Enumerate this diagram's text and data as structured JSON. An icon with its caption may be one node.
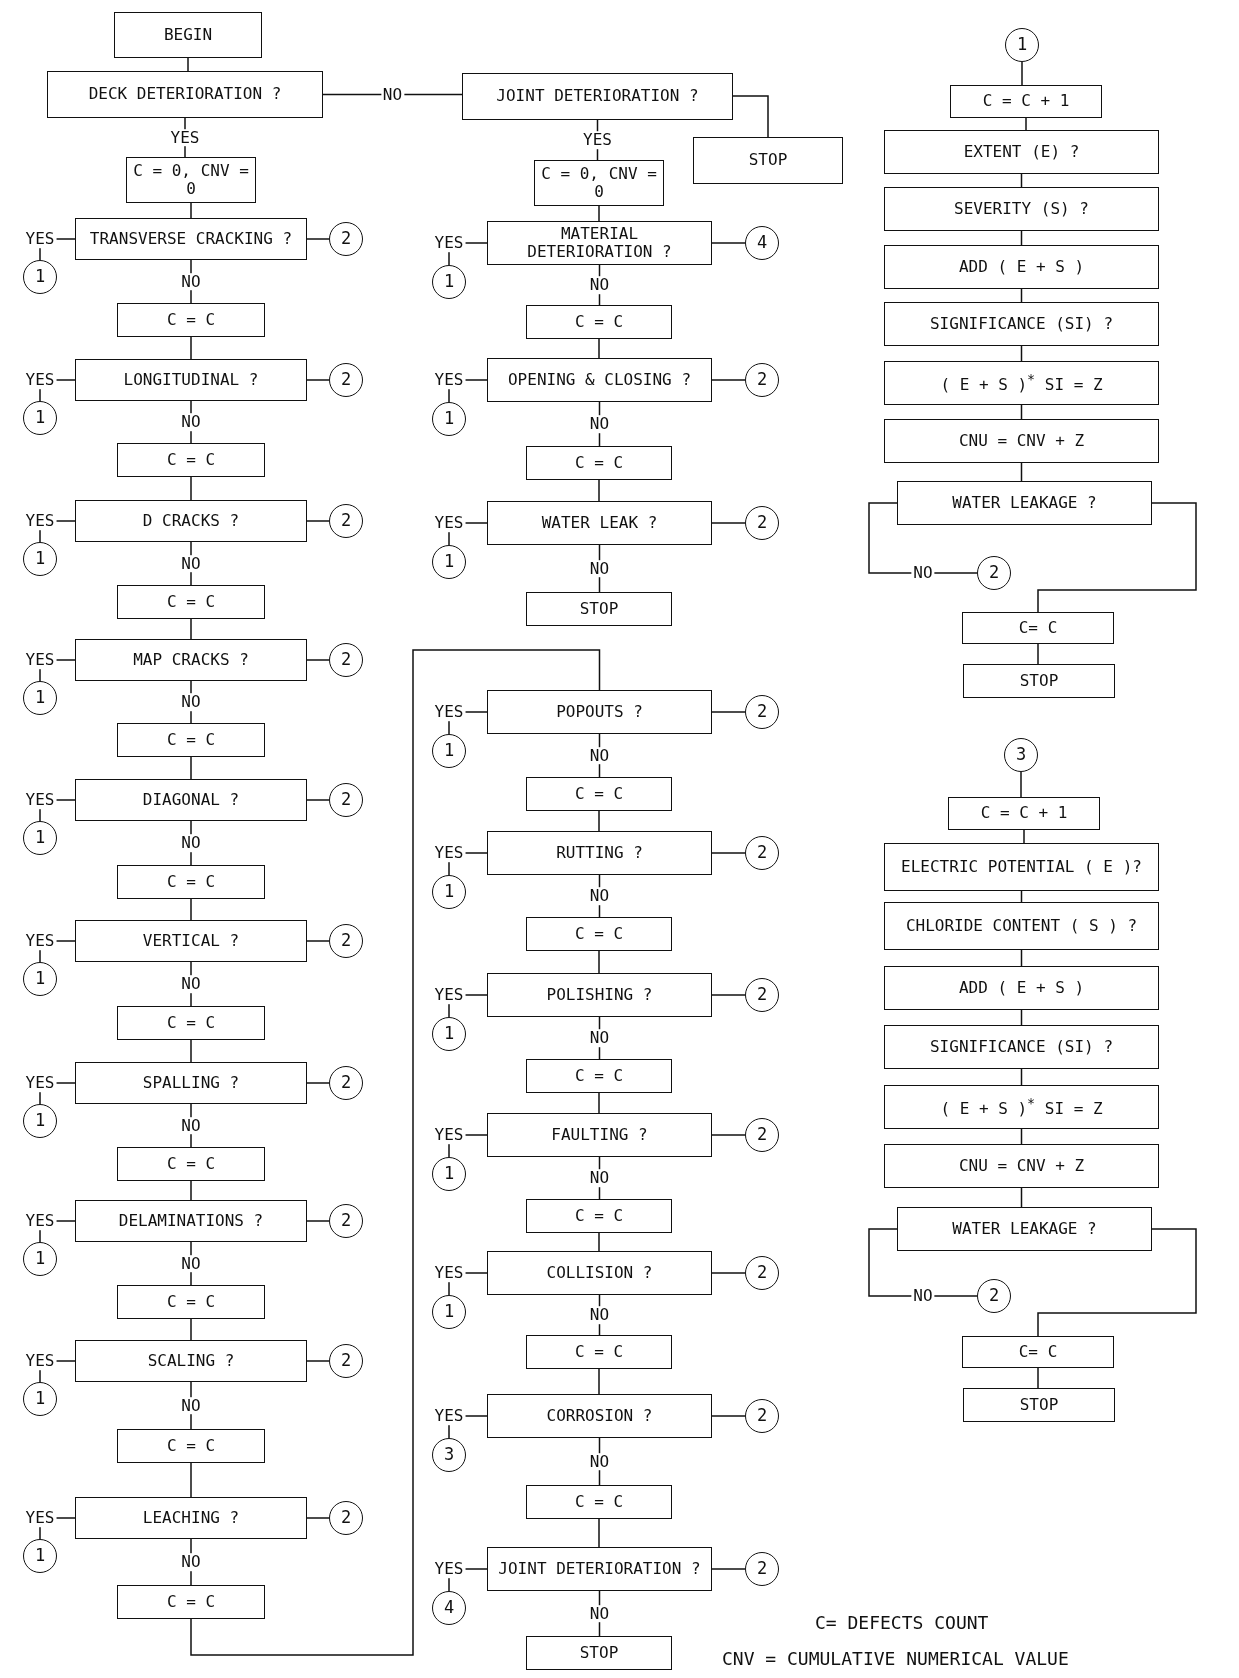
{
  "diagram": {
    "nodes": [
      {
        "text": [
          "BEGIN"
        ]
      },
      {
        "text": [
          "DECK DETERIORATION ?"
        ]
      },
      {
        "text": [
          "C = 0, CNV = 0"
        ]
      },
      {
        "text": [
          "TRANSVERSE CRACKING ?"
        ]
      },
      {
        "text": [
          "1"
        ]
      },
      {
        "text": [
          "2"
        ]
      },
      {
        "text": [
          "C = C"
        ]
      },
      {
        "text": [
          "LONGITUDINAL ?"
        ]
      },
      {
        "text": [
          "1"
        ]
      },
      {
        "text": [
          "2"
        ]
      },
      {
        "text": [
          "C = C"
        ]
      },
      {
        "text": [
          "D CRACKS ?"
        ]
      },
      {
        "text": [
          "1"
        ]
      },
      {
        "text": [
          "2"
        ]
      },
      {
        "text": [
          "C = C"
        ]
      },
      {
        "text": [
          "MAP CRACKS ?"
        ]
      },
      {
        "text": [
          "1"
        ]
      },
      {
        "text": [
          "2"
        ]
      },
      {
        "text": [
          "C = C"
        ]
      },
      {
        "text": [
          "DIAGONAL ?"
        ]
      },
      {
        "text": [
          "1"
        ]
      },
      {
        "text": [
          "2"
        ]
      },
      {
        "text": [
          "C = C"
        ]
      },
      {
        "text": [
          "VERTICAL ?"
        ]
      },
      {
        "text": [
          "1"
        ]
      },
      {
        "text": [
          "2"
        ]
      },
      {
        "text": [
          "C = C"
        ]
      },
      {
        "text": [
          "SPALLING ?"
        ]
      },
      {
        "text": [
          "1"
        ]
      },
      {
        "text": [
          "2"
        ]
      },
      {
        "text": [
          "C = C"
        ]
      },
      {
        "text": [
          "DELAMINATIONS ?"
        ]
      },
      {
        "text": [
          "1"
        ]
      },
      {
        "text": [
          "2"
        ]
      },
      {
        "text": [
          "C = C"
        ]
      },
      {
        "text": [
          "SCALING ?"
        ]
      },
      {
        "text": [
          "1"
        ]
      },
      {
        "text": [
          "2"
        ]
      },
      {
        "text": [
          "C = C"
        ]
      },
      {
        "text": [
          "LEACHING ?"
        ]
      },
      {
        "text": [
          "1"
        ]
      },
      {
        "text": [
          "2"
        ]
      },
      {
        "text": [
          "C = C"
        ]
      },
      {
        "text": [
          "JOINT DETERIORATION ?"
        ]
      },
      {
        "text": [
          "STOP"
        ]
      },
      {
        "text": [
          "C = 0, CNV = 0"
        ]
      },
      {
        "text": [
          "MATERIAL DETERIORATION ?"
        ]
      },
      {
        "text": [
          "1"
        ]
      },
      {
        "text": [
          "4"
        ]
      },
      {
        "text": [
          "C = C"
        ]
      },
      {
        "text": [
          "OPENING & CLOSING ?"
        ]
      },
      {
        "text": [
          "1"
        ]
      },
      {
        "text": [
          "2"
        ]
      },
      {
        "text": [
          "C = C"
        ]
      },
      {
        "text": [
          "WATER LEAK ?"
        ]
      },
      {
        "text": [
          "1"
        ]
      },
      {
        "text": [
          "2"
        ]
      },
      {
        "text": [
          "STOP"
        ]
      },
      {
        "text": [
          "POPOUTS ?"
        ]
      },
      {
        "text": [
          "1"
        ]
      },
      {
        "text": [
          "2"
        ]
      },
      {
        "text": [
          "C = C"
        ]
      },
      {
        "text": [
          "RUTTING ?"
        ]
      },
      {
        "text": [
          "1"
        ]
      },
      {
        "text": [
          "2"
        ]
      },
      {
        "text": [
          "C = C"
        ]
      },
      {
        "text": [
          "POLISHING ?"
        ]
      },
      {
        "text": [
          "1"
        ]
      },
      {
        "text": [
          "2"
        ]
      },
      {
        "text": [
          "C = C"
        ]
      },
      {
        "text": [
          "FAULTING ?"
        ]
      },
      {
        "text": [
          "1"
        ]
      },
      {
        "text": [
          "2"
        ]
      },
      {
        "text": [
          "C = C"
        ]
      },
      {
        "text": [
          "COLLISION ?"
        ]
      },
      {
        "text": [
          "1"
        ]
      },
      {
        "text": [
          "2"
        ]
      },
      {
        "text": [
          "C = C"
        ]
      },
      {
        "text": [
          "CORROSION ?"
        ]
      },
      {
        "text": [
          "3"
        ]
      },
      {
        "text": [
          "2"
        ]
      },
      {
        "text": [
          "C = C"
        ]
      },
      {
        "text": [
          "JOINT DETERIORATION ?"
        ]
      },
      {
        "text": [
          "4"
        ]
      },
      {
        "text": [
          "2"
        ]
      },
      {
        "text": [
          "STOP"
        ]
      },
      {
        "text": [
          "1"
        ]
      },
      {
        "text": [
          "C = C + 1"
        ]
      },
      {
        "text": [
          "EXTENT (E) ?"
        ]
      },
      {
        "text": [
          "SEVERITY (S) ?"
        ]
      },
      {
        "text": [
          "ADD ( E + S )"
        ]
      },
      {
        "text": [
          "SIGNIFICANCE (SI) ?"
        ]
      },
      {
        "text": [
          "( E + S )$^{*}$ SI = Z"
        ]
      },
      {
        "text": [
          "CNU = CNV + Z"
        ]
      },
      {
        "text": [
          "WATER LEAKAGE ?"
        ]
      },
      {
        "text": [
          "2"
        ]
      },
      {
        "text": [
          "C= C"
        ]
      },
      {
        "text": [
          "STOP"
        ]
      },
      {
        "text": [
          "3"
        ]
      },
      {
        "text": [
          "C = C + 1"
        ]
      },
      {
        "text": [
          "ELECTRIC POTENTIAL ( E )?"
        ]
      },
      {
        "text": [
          "CHLORIDE CONTENT ( S ) ?"
        ]
      },
      {
        "text": [
          "ADD ( E + S )"
        ]
      },
      {
        "text": [
          "SIGNIFICANCE (SI) ?"
        ]
      },
      {
        "text": [
          "( E + S )$^{*}$ SI = Z"
        ]
      },
      {
        "text": [
          "CNU = CNV + Z"
        ]
      },
      {
        "text": [
          "WATER LEAKAGE ?"
        ]
      },
      {
        "text": [
          "2"
        ]
      },
      {
        "text": [
          "C= C"
        ]
      },
      {
        "text": [
          "STOP"
        ]
      }
    ],
    "edges": [
      {
        "from": 0,
        "to": 1,
        "arrow": "none"
      },
      {
        "from": 1,
        "to": 43,
        "arrow": "none",
        "label": "NO"
      },
      {
        "from": 1,
        "to": 2,
        "arrow": "none",
        "label": "YES"
      },
      {
        "from": 2,
        "to": 3,
        "arrow": "none"
      },
      {
        "from": 3,
        "to": 4,
        "arrow": "none",
        "label": "YES"
      },
      {
        "from": 3,
        "to": 5,
        "arrow": "none"
      },
      {
        "from": 3,
        "to": 6,
        "arrow": "none",
        "label": "NO"
      },
      {
        "from": 6,
        "to": 7,
        "arrow": "none"
      },
      {
        "from": 7,
        "to": 8,
        "arrow": "none",
        "label": "YES"
      },
      {
        "from": 7,
        "to": 9,
        "arrow": "none"
      },
      {
        "from": 7,
        "to": 10,
        "arrow": "none",
        "label": "NO"
      },
      {
        "from": 10,
        "to": 11,
        "arrow": "none"
      },
      {
        "from": 11,
        "to": 12,
        "arrow": "none",
        "label": "YES"
      },
      {
        "from": 11,
        "to": 13,
        "arrow": "none"
      },
      {
        "from": 11,
        "to": 14,
        "arrow": "none",
        "label": "NO"
      },
      {
        "from": 14,
        "to": 15,
        "arrow": "none"
      },
      {
        "from": 15,
        "to": 16,
        "arrow": "none",
        "label": "YES"
      },
      {
        "from": 15,
        "to": 17,
        "arrow": "none"
      },
      {
        "from": 15,
        "to": 18,
        "arrow": "none",
        "label": "NO"
      },
      {
        "from": 18,
        "to": 19,
        "arrow": "none"
      },
      {
        "from": 19,
        "to": 20,
        "arrow": "none",
        "label": "YES"
      },
      {
        "from": 19,
        "to": 21,
        "arrow": "none"
      },
      {
        "from": 19,
        "to": 22,
        "arrow": "none",
        "label": "NO"
      },
      {
        "from": 22,
        "to": 23,
        "arrow": "none"
      },
      {
        "from": 23,
        "to": 24,
        "arrow": "none",
        "label": "YES"
      },
      {
        "from": 23,
        "to": 25,
        "arrow": "none"
      },
      {
        "from": 23,
        "to": 26,
        "arrow": "none",
        "label": "NO"
      },
      {
        "from": 26,
        "to": 27,
        "arrow": "none"
      },
      {
        "from": 27,
        "to": 28,
        "arrow": "none",
        "label": "YES"
      },
      {
        "from": 27,
        "to": 29,
        "arrow": "none"
      },
      {
        "from": 27,
        "to": 30,
        "arrow": "none",
        "label": "NO"
      },
      {
        "from": 30,
        "to": 31,
        "arrow": "none"
      },
      {
        "from": 31,
        "to": 32,
        "arrow": "none",
        "label": "YES"
      },
      {
        "from": 31,
        "to": 33,
        "arrow": "none"
      },
      {
        "from": 31,
        "to": 34,
        "arrow": "none",
        "label": "NO"
      },
      {
        "from": 34,
        "to": 35,
        "arrow": "none"
      },
      {
        "from": 35,
        "to": 36,
        "arrow": "none",
        "label": "YES"
      },
      {
        "from": 35,
        "to": 37,
        "arrow": "none"
      },
      {
        "from": 35,
        "to": 38,
        "arrow": "none",
        "label": "NO"
      },
      {
        "from": 38,
        "to": 39,
        "arrow": "none"
      },
      {
        "from": 39,
        "to": 40,
        "arrow": "none",
        "label": "YES"
      },
      {
        "from": 39,
        "to": 41,
        "arrow": "none"
      },
      {
        "from": 39,
        "to": 42,
        "arrow": "none",
        "label": "NO"
      },
      {
        "from": 42,
        "to": 58,
        "arrow": "none"
      },
      {
        "from": 43,
        "to": 45,
        "arrow": "none",
        "label": "YES"
      },
      {
        "from": 43,
        "to": 44,
        "arrow": "none"
      },
      {
        "from": 45,
        "to": 46,
        "arrow": "none"
      },
      {
        "from": 46,
        "to": 47,
        "arrow": "none",
        "label": "YES"
      },
      {
        "from": 46,
        "to": 48,
        "arrow": "none"
      },
      {
        "from": 46,
        "to": 49,
        "arrow": "none",
        "label": "NO"
      },
      {
        "from": 49,
        "to": 50,
        "arrow": "none"
      },
      {
        "from": 50,
        "to": 51,
        "arrow": "none",
        "label": "YES"
      },
      {
        "from": 50,
        "to": 52,
        "arrow": "none"
      },
      {
        "from": 50,
        "to": 53,
        "arrow": "none",
        "label": "NO"
      },
      {
        "from": 53,
        "to": 54,
        "arrow": "none"
      },
      {
        "from": 54,
        "to": 55,
        "arrow": "none",
        "label": "YES"
      },
      {
        "from": 54,
        "to": 56,
        "arrow": "none"
      },
      {
        "from": 54,
        "to": 57,
        "arrow": "none",
        "label": "NO"
      },
      {
        "from": 58,
        "to": 59,
        "arrow": "none",
        "label": "YES"
      },
      {
        "from": 58,
        "to": 60,
        "arrow": "none"
      },
      {
        "from": 58,
        "to": 61,
        "arrow": "none",
        "label": "NO"
      },
      {
        "from": 61,
        "to": 62,
        "arrow": "none"
      },
      {
        "from": 62,
        "to": 63,
        "arrow": "none",
        "label": "YES"
      },
      {
        "from": 62,
        "to": 64,
        "arrow": "none"
      },
      {
        "from": 62,
        "to": 65,
        "arrow": "none",
        "label": "NO"
      },
      {
        "from": 65,
        "to": 66,
        "arrow": "none"
      },
      {
        "from": 66,
        "to": 67,
        "arrow": "none",
        "label": "YES"
      },
      {
        "from": 66,
        "to": 68,
        "arrow": "none"
      },
      {
        "from": 66,
        "to": 69,
        "arrow": "none",
        "label": "NO"
      },
      {
        "from": 69,
        "to": 70,
        "arrow": "none"
      },
      {
        "from": 70,
        "to": 71,
        "arrow": "none",
        "label": "YES"
      },
      {
        "from": 70,
        "to": 72,
        "arrow": "none"
      },
      {
        "from": 70,
        "to": 73,
        "arrow": "none",
        "label": "NO"
      },
      {
        "from": 73,
        "to": 74,
        "arrow": "none"
      },
      {
        "from": 74,
        "to": 75,
        "arrow": "none",
        "label": "YES"
      },
      {
        "from": 74,
        "to": 76,
        "arrow": "none"
      },
      {
        "from": 74,
        "to": 77,
        "arrow": "none",
        "label": "NO"
      },
      {
        "from": 77,
        "to": 78,
        "arrow": "none"
      },
      {
        "from": 78,
        "to": 79,
        "arrow": "none",
        "label": "YES"
      },
      {
        "from": 78,
        "to": 80,
        "arrow": "none"
      },
      {
        "from": 78,
        "to": 81,
        "arrow": "none",
        "label": "NO"
      },
      {
        "from": 81,
        "to": 82,
        "arrow": "none"
      },
      {
        "from": 82,
        "to": 83,
        "arrow": "none",
        "label": "YES"
      },
      {
        "from": 82,
        "to": 84,
        "arrow": "none"
      },
      {
        "from": 82,
        "to": 85,
        "arrow": "none",
        "label": "NO"
      },
      {
        "from": 86,
        "to": 87,
        "arrow": "none"
      },
      {
        "from": 87,
        "to": 88,
        "arrow": "none"
      },
      {
        "from": 88,
        "to": 89,
        "arrow": "none"
      },
      {
        "from": 89,
        "to": 90,
        "arrow": "none"
      },
      {
        "from": 90,
        "to": 91,
        "arrow": "none"
      },
      {
        "from": 91,
        "to": 92,
        "arrow": "none"
      },
      {
        "from": 92,
        "to": 93,
        "arrow": "none"
      },
      {
        "from": 93,
        "to": 94,
        "arrow": "none"
      },
      {
        "from": 94,
        "to": 95,
        "arrow": "none",
        "label": "NO"
      },
      {
        "from": 94,
        "to": 96,
        "arrow": "none"
      },
      {
        "from": 96,
        "to": 97,
        "arrow": "none"
      },
      {
        "from": 98,
        "to": 99,
        "arrow": "none"
      },
      {
        "from": 99,
        "to": 100,
        "arrow": "none"
      },
      {
        "from": 100,
        "to": 101,
        "arrow": "none"
      },
      {
        "from": 101,
        "to": 102,
        "arrow": "none"
      },
      {
        "from": 102,
        "to": 103,
        "arrow": "none"
      },
      {
        "from": 103,
        "to": 104,
        "arrow": "none"
      },
      {
        "from": 104,
        "to": 105,
        "arrow": "none"
      },
      {
        "from": 105,
        "to": 106,
        "arrow": "none"
      },
      {
        "from": 106,
        "to": 107,
        "arrow": "none",
        "label": "NO"
      },
      {
        "from": 106,
        "to": 108,
        "arrow": "none"
      },
      {
        "from": 108,
        "to": 109,
        "arrow": "none"
      }
    ],
    "labels": [
      "C= DEFECTS COUNT",
      "CNV = CUMULATIVE NUMERICAL VALUE"
    ]
  }
}
